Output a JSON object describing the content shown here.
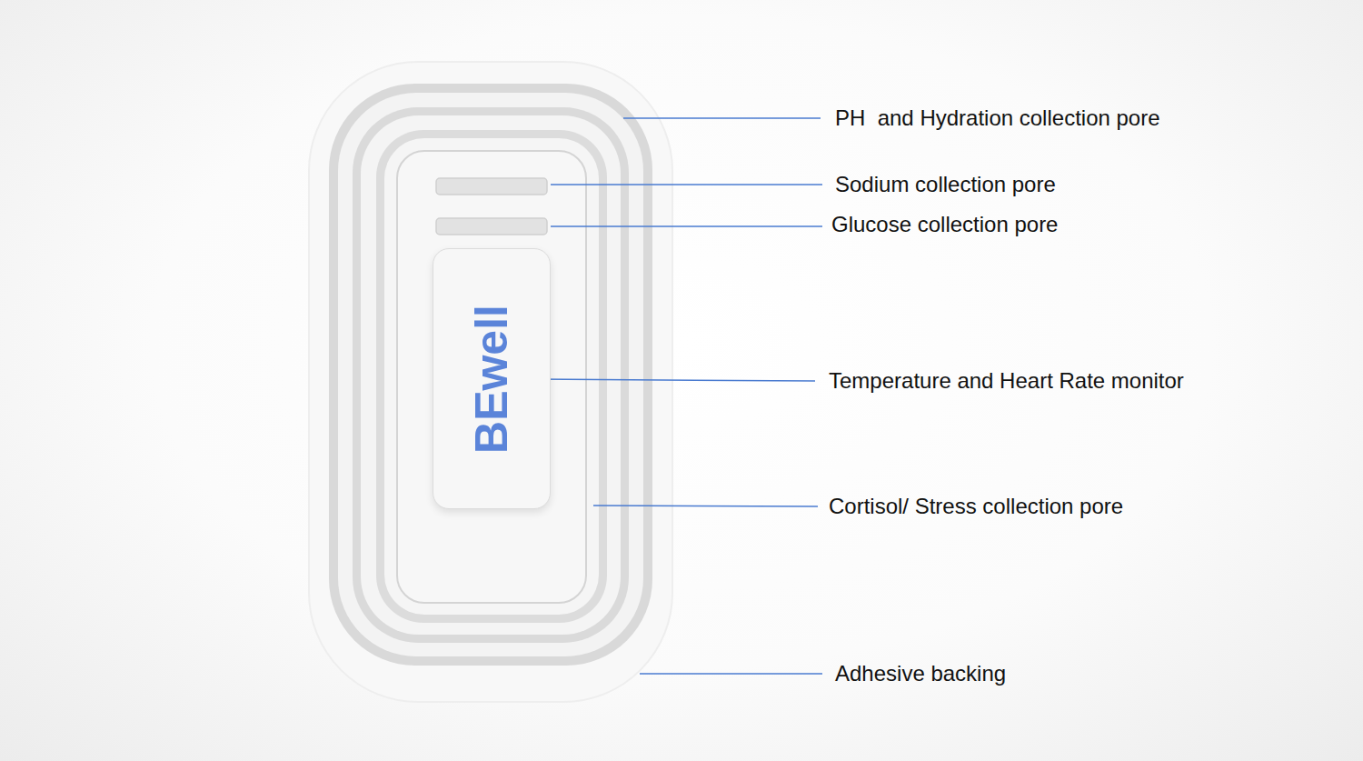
{
  "diagram": {
    "nodes": [
      {
        "text": [
          "BEwell"
        ]
      }
    ],
    "labels": [
      "PH  and Hydration collection pore",
      "Sodium collection pore",
      "Glucose collection pore",
      "Temperature and Heart Rate monitor",
      "Cortisol/ Stress collection pore",
      "Adhesive backing"
    ]
  }
}
